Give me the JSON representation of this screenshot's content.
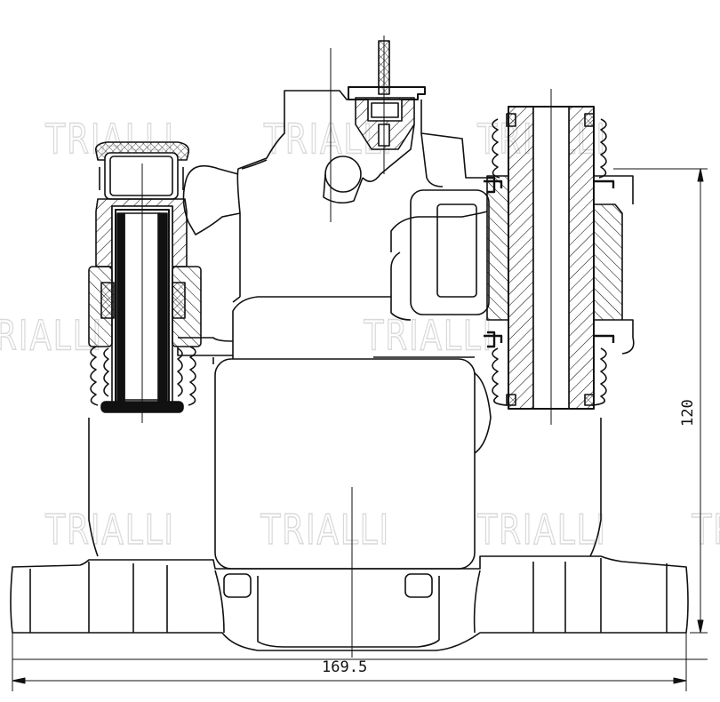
{
  "dimensions": {
    "width_label": "169.5",
    "height_label": "120"
  },
  "watermark": {
    "text": "TRIALLI"
  },
  "colors": {
    "line": "#111111",
    "watermark": "#d9d9d9",
    "background": "#ffffff"
  }
}
